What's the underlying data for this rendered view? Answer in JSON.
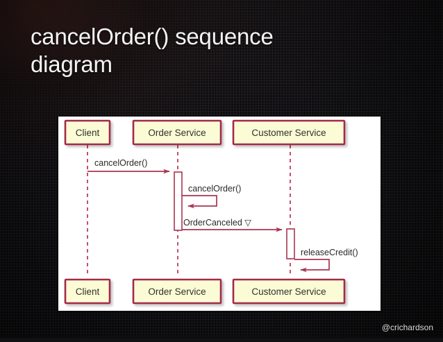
{
  "slide": {
    "title": "cancelOrder() sequence\ndiagram",
    "watermark": "@crichardson",
    "background_color": "#0c0c0e",
    "title_color": "#f4f4f4"
  },
  "diagram": {
    "type": "uml-sequence-diagram",
    "panel_background": "#ffffff",
    "participant_fill": "#fbfbd5",
    "participant_border": "#a32c48",
    "line_color": "#a83552",
    "text_color": "#33302c",
    "participants": [
      {
        "id": "client",
        "label": "Client"
      },
      {
        "id": "order-service",
        "label": "Order Service"
      },
      {
        "id": "customer-service",
        "label": "Customer Service"
      }
    ],
    "messages": [
      {
        "from": "client",
        "to": "order-service",
        "label": "cancelOrder()",
        "kind": "call"
      },
      {
        "from": "order-service",
        "to": "order-service",
        "label": "cancelOrder()",
        "kind": "self-call"
      },
      {
        "from": "order-service",
        "to": "customer-service",
        "label": "OrderCanceled ▽",
        "kind": "event"
      },
      {
        "from": "customer-service",
        "to": "customer-service",
        "label": "releaseCredit()",
        "kind": "self-call"
      }
    ]
  }
}
